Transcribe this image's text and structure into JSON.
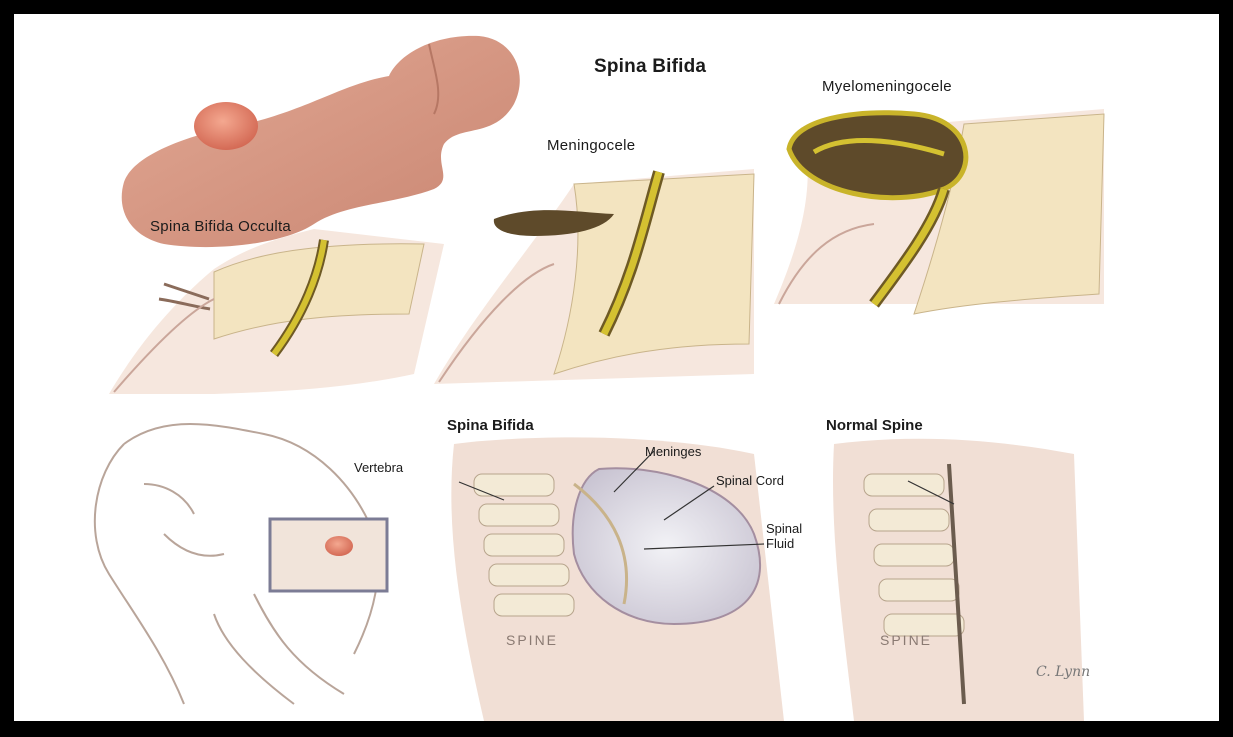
{
  "title": "Spina Bifida",
  "top_panels": {
    "occulta": "Spina Bifida Occulta",
    "meningocele": "Meningocele",
    "myelomeningocele": "Myelomeningocele"
  },
  "bottom_panels": {
    "spina_bifida": "Spina Bifida",
    "normal_spine": "Normal Spine"
  },
  "callouts": {
    "vertebra": "Vertebra",
    "meninges": "Meninges",
    "spinal_cord": "Spinal Cord",
    "spinal_fluid_line1": "Spinal",
    "spinal_fluid_line2": "Fluid"
  },
  "spine_label_left": "SPINE",
  "spine_label_right": "SPINE",
  "signature": "C. Lynn",
  "colors": {
    "skin": "#eed6c8",
    "baby_skin": "#d89a85",
    "cord": "#c9b42a",
    "fluid_sac": "#5e4a2a",
    "vertebra": "#f3e4c0"
  }
}
